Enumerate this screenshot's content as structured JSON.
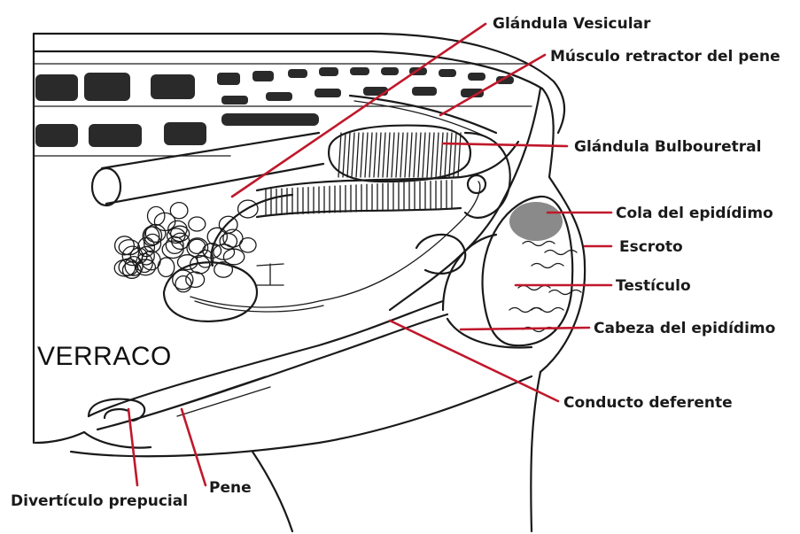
{
  "title": "VERRACO",
  "labels": {
    "glandula_vesicular": "Glándula Vesicular",
    "musculo_retractor": "Músculo retractor del pene",
    "glandula_bulbouretral": "Glándula Bulbouretral",
    "cola_epididimo": "Cola del epidídimo",
    "escroto": "Escroto",
    "testiculo": "Testículo",
    "cabeza_epididimo": "Cabeza del epidídimo",
    "conducto_deferente": "Conducto deferente",
    "diverticulo_prepucial": "Divertículo prepucial",
    "pene": "Pene"
  },
  "colors": {
    "leader": "#c0182b",
    "ink": "#1a1a1a",
    "background": "#ffffff"
  }
}
